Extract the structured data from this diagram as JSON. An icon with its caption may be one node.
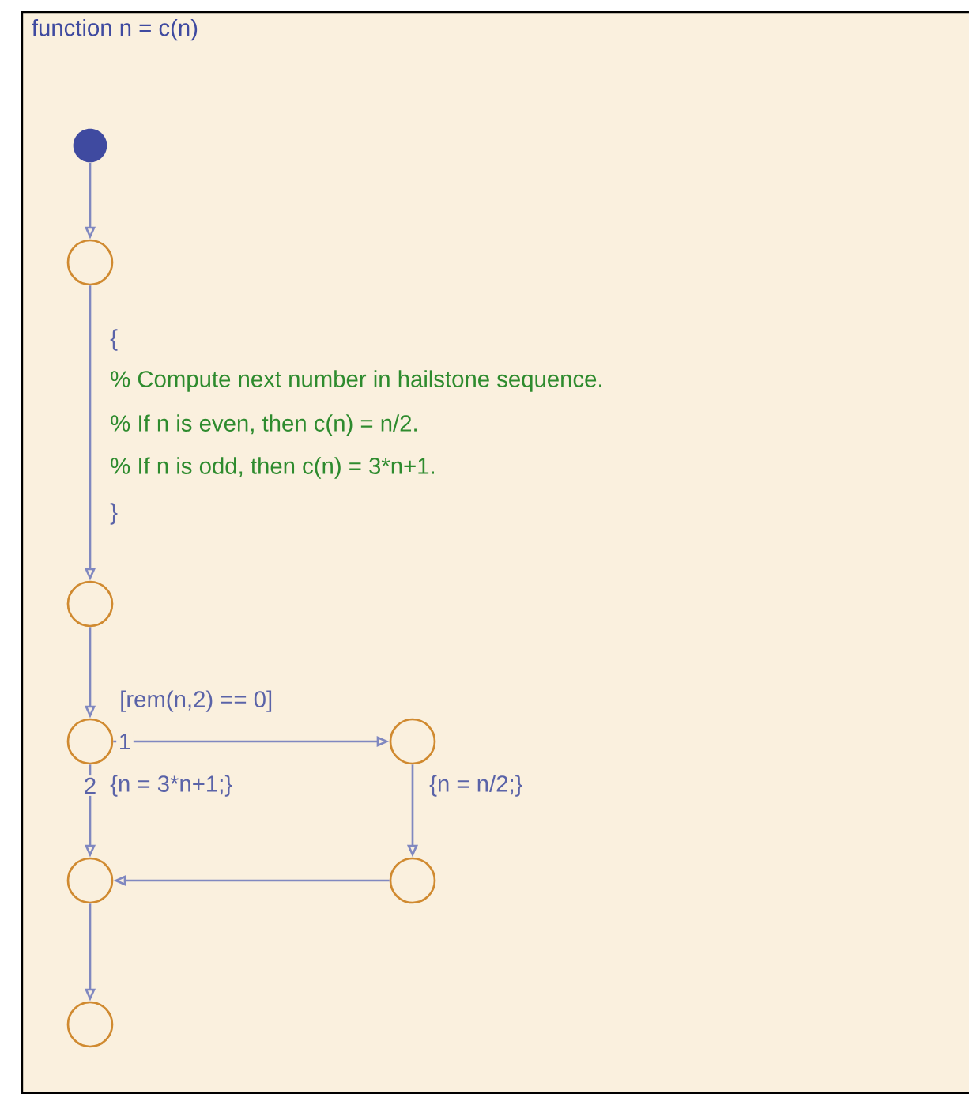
{
  "diagram": {
    "nodes": [
      {
        "text": [
          "function n = c(n)"
        ]
      },
      {
        "text": [],
        "shape": "circle",
        "in": 0
      },
      {
        "text": [],
        "shape": "circle",
        "in": 0
      },
      {
        "text": [],
        "shape": "circle",
        "in": 0
      },
      {
        "text": [],
        "shape": "circle",
        "in": 0
      },
      {
        "text": [],
        "shape": "circle",
        "in": 0
      },
      {
        "text": [],
        "shape": "circle",
        "in": 0
      },
      {
        "text": [],
        "shape": "circle",
        "in": 0
      },
      {
        "text": [],
        "shape": "circle",
        "in": 0
      }
    ],
    "edges": [
      {
        "from": 1,
        "to": 2,
        "arrow": "to"
      },
      {
        "from": 2,
        "to": 3,
        "arrow": "to"
      },
      {
        "from": 3,
        "to": 4,
        "arrow": "to"
      },
      {
        "from": 4,
        "to": 5,
        "arrow": "to",
        "label": "[rem(n,2) == 0]"
      },
      {
        "from": 4,
        "to": 7,
        "arrow": "to",
        "label": "{n = 3*n+1;}"
      },
      {
        "from": 5,
        "to": 6,
        "arrow": "to",
        "label": "{n = n/2;}"
      },
      {
        "from": 6,
        "to": 7,
        "arrow": "to"
      },
      {
        "from": 7,
        "to": 8,
        "arrow": "to"
      }
    ],
    "labels": [
      "{",
      "% Compute next number in hailstone sequence.",
      "% If n is even, then c(n) = n/2.",
      "% If n is odd, then c(n) = 3*n+1.",
      "}",
      "1",
      "2"
    ]
  }
}
